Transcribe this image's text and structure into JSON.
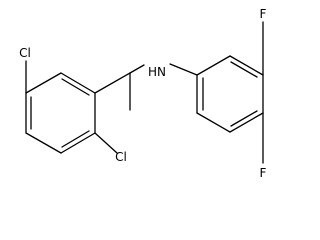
{
  "molecule": {
    "atoms": {
      "cl_top": "Cl",
      "cl_bottom": "Cl",
      "nh": "HN",
      "f_top": "F",
      "f_bottom": "F"
    }
  }
}
